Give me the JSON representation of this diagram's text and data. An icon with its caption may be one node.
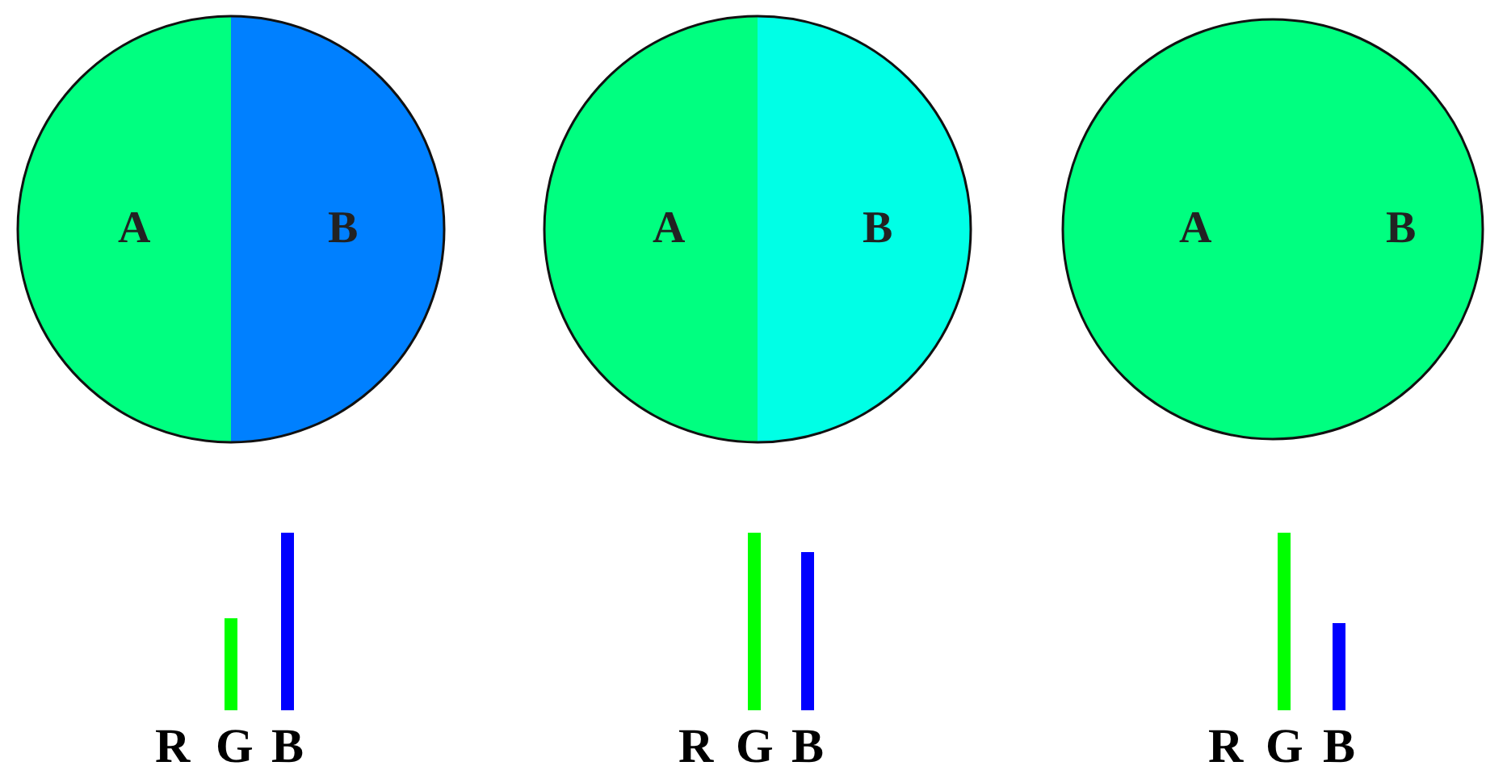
{
  "diagram": {
    "nodes": [
      {
        "text": [
          "A",
          "B"
        ]
      },
      {
        "text": [
          "A",
          "B"
        ]
      },
      {
        "text": [
          "A",
          "B"
        ]
      }
    ],
    "labels": [
      "R",
      "G",
      "B",
      "R",
      "G",
      "B",
      "R",
      "G",
      "B"
    ]
  }
}
